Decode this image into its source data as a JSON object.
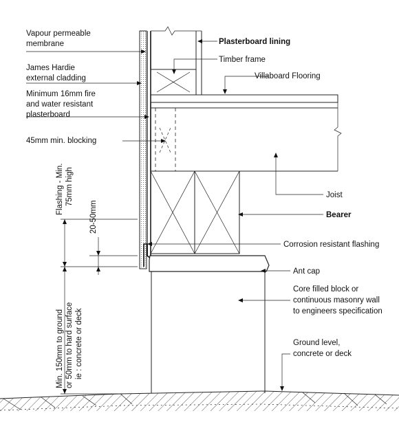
{
  "labels": {
    "vapour_membrane": [
      "Vapour permeable",
      "membrane"
    ],
    "cladding": [
      "James Hardie",
      "external cladding"
    ],
    "plasterboard_min": [
      "Minimum 16mm fire",
      "and water resistant",
      "plasterboard"
    ],
    "blocking": "45mm min. blocking",
    "plasterboard_lining": "Plasterboard lining",
    "timber_frame": "Timber frame",
    "villaboard": "Villaboard Flooring",
    "joist": "Joist",
    "bearer": "Bearer",
    "flashing_corrosion": "Corrosion resistant flashing",
    "ant_cap": "Ant cap",
    "core_block": [
      "Core filled block or",
      "continuous masonry wall",
      "to engineers specification"
    ],
    "ground_level": [
      "Ground level,",
      "concrete or deck"
    ],
    "flashing_height": [
      "Flashing - Min.",
      "75mm high"
    ],
    "gap_20_50": "20-50mm",
    "clearance": [
      "Min. 150mm to ground",
      "or 50mm to hard surface",
      "ie : concrete or deck"
    ]
  },
  "icons": [
    "arrow-icon",
    "break-line-icon",
    "hatch-pattern"
  ]
}
